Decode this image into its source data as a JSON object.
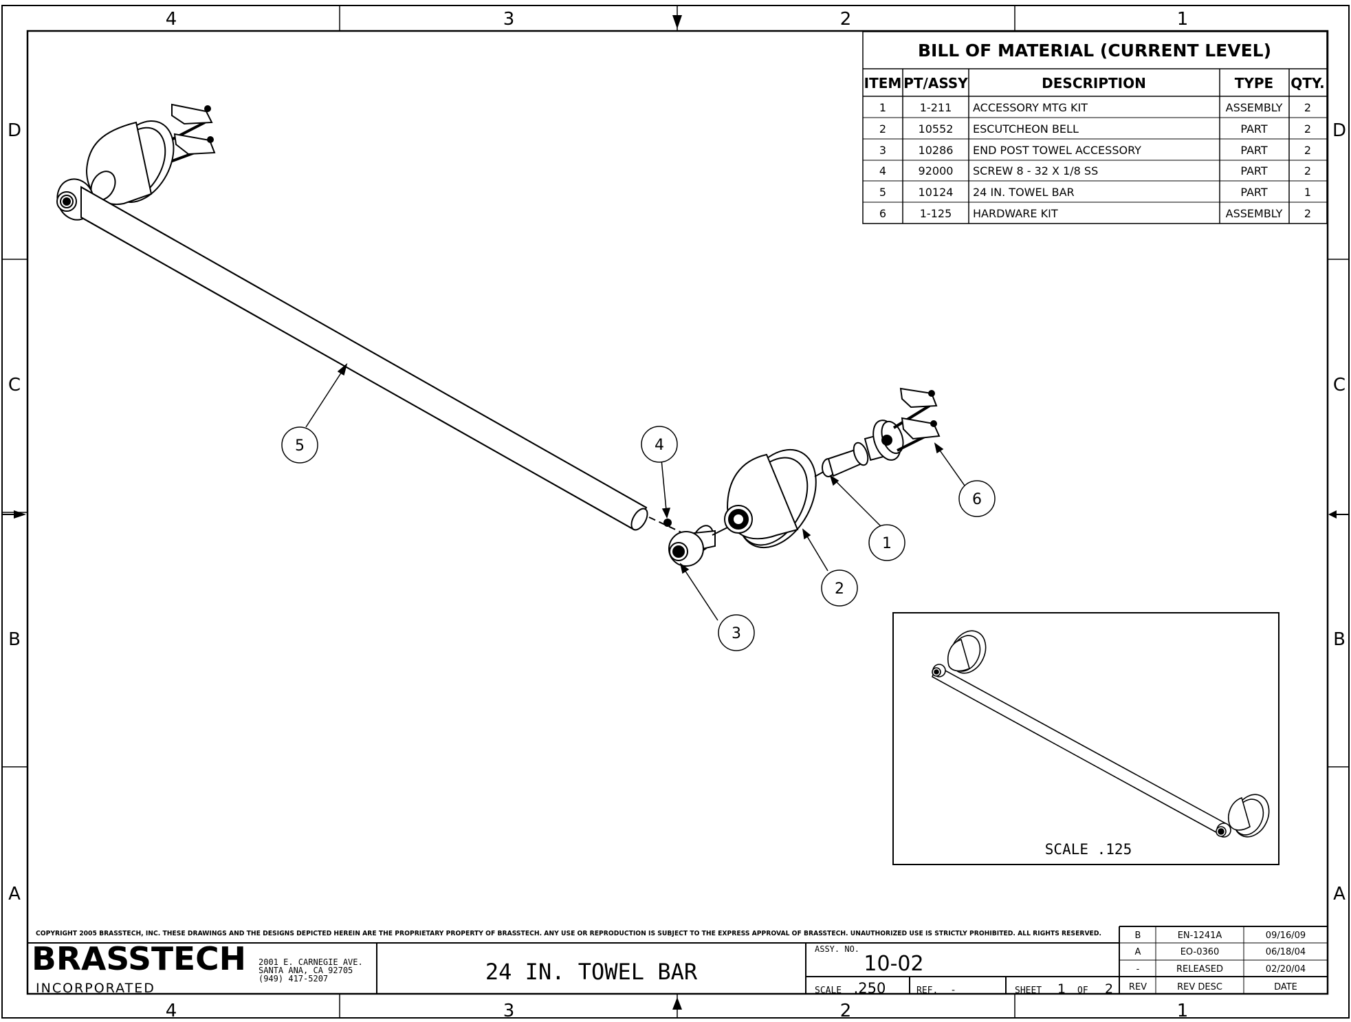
{
  "zones": {
    "columns": [
      "4",
      "3",
      "2",
      "1"
    ],
    "rows": [
      "D",
      "C",
      "B",
      "A"
    ]
  },
  "bom": {
    "title": "BILL OF MATERIAL (CURRENT LEVEL)",
    "headers": [
      "ITEM",
      "PT/ASSY",
      "DESCRIPTION",
      "TYPE",
      "QTY."
    ],
    "rows": [
      [
        "1",
        "1-211",
        "ACCESSORY MTG KIT",
        "ASSEMBLY",
        "2"
      ],
      [
        "2",
        "10552",
        "ESCUTCHEON BELL",
        "PART",
        "2"
      ],
      [
        "3",
        "10286",
        "END POST TOWEL ACCESSORY",
        "PART",
        "2"
      ],
      [
        "4",
        "92000",
        "SCREW 8 - 32 X 1/8 SS",
        "PART",
        "2"
      ],
      [
        "5",
        "10124",
        "24 IN. TOWEL BAR",
        "PART",
        "1"
      ],
      [
        "6",
        "1-125",
        "HARDWARE KIT",
        "ASSEMBLY",
        "2"
      ]
    ]
  },
  "balloons": [
    "1",
    "2",
    "3",
    "4",
    "5",
    "6"
  ],
  "inset": {
    "scale_label": "SCALE .125"
  },
  "title_block": {
    "copyright": "COPYRIGHT 2005 BRASSTECH, INC. THESE DRAWINGS AND THE DESIGNS DEPICTED HEREIN ARE THE PROPRIETARY PROPERTY OF BRASSTECH. ANY USE OR REPRODUCTION IS SUBJECT TO THE EXPRESS APPROVAL OF BRASSTECH. UNAUTHORIZED USE IS STRICTLY PROHIBITED. ALL RIGHTS RESERVED.",
    "company": "BRASSTECH",
    "company_sub": "INCORPORATED",
    "address_1": "2001 E. CARNEGIE AVE.",
    "address_2": "SANTA ANA, CA 92705",
    "phone": "(949) 417-5207",
    "drawing_title": "24 IN. TOWEL BAR",
    "assy_label": "ASSY. NO.",
    "assy_no": "10-02",
    "scale_label": "SCALE",
    "scale": ".250",
    "ref_label": "REF.",
    "ref": "-",
    "sheet_label": "SHEET",
    "sheet": "1",
    "of_label": "OF",
    "sheet_total": "2"
  },
  "revisions": {
    "rows": [
      [
        "B",
        "EN-1241A",
        "09/16/09"
      ],
      [
        "A",
        "EO-0360",
        "06/18/04"
      ],
      [
        "-",
        "RELEASED",
        "02/20/04"
      ]
    ],
    "headers": [
      "REV",
      "REV DESC",
      "DATE"
    ]
  }
}
